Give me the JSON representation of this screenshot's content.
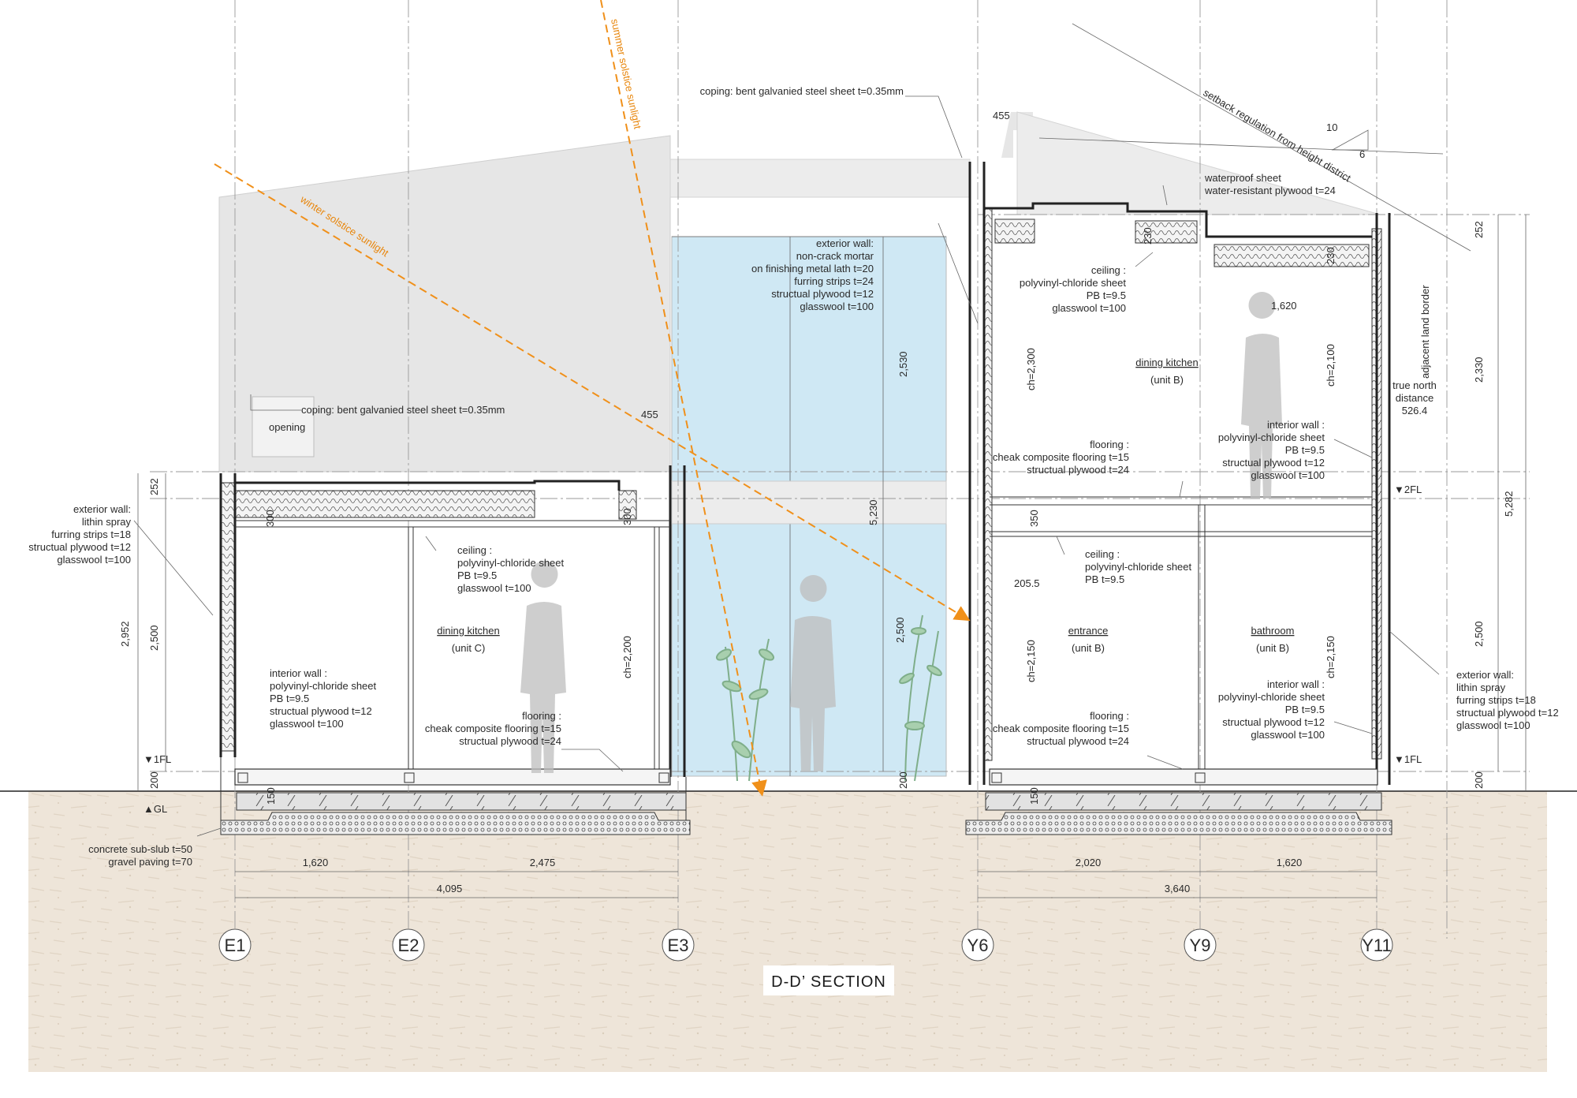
{
  "title": "D-D’ SECTION",
  "grid_labels": [
    "E1",
    "E2",
    "E3",
    "Y6",
    "Y9",
    "Y11"
  ],
  "sun": {
    "summer": "summer solstice sunlight",
    "winter": "winter solstice sunlight"
  },
  "setback": "setback regulation from height district",
  "slope": {
    "run": "10",
    "rise": "6"
  },
  "adjacent_border": "adjacent land border",
  "level_labels": {
    "fl1": "▼1FL",
    "fl2": "▼2FL",
    "gl": "▲GL"
  },
  "left_unit": {
    "coping": "coping: bent galvanied steel sheet t=0.35mm",
    "opening": "opening",
    "ext_wall": [
      "exterior wall:",
      "lithin spray",
      "furring strips t=18",
      "structual plywood t=12",
      "glasswool t=100"
    ],
    "ceiling": [
      "ceiling :",
      "polyvinyl-chloride sheet",
      "PB t=9.5",
      "glasswool t=100"
    ],
    "room": "dining kitchen",
    "unit": "(unit C)",
    "interior": [
      "interior wall :",
      "polyvinyl-chloride sheet",
      "PB t=9.5",
      "structual plywood t=12",
      "glasswool t=100"
    ],
    "flooring": [
      "flooring :",
      "cheak composite flooring t=15",
      "structual plywood t=24"
    ],
    "ch": "ch=2,200",
    "subslab": [
      "concrete sub-slub t=50",
      "gravel paving t=70"
    ]
  },
  "right_unit": {
    "coping": "coping: bent galvanied steel sheet t=0.35mm",
    "waterproof": [
      "waterproof sheet",
      "water-resistant plywood t=24"
    ],
    "ext_wall_court": [
      "exterior wall:",
      "non-crack mortar",
      "on finishing metal lath t=20",
      "furring strips t=24",
      "structual plywood t=12",
      "glasswool t=100"
    ],
    "ceiling_upper": [
      "ceiling :",
      "polyvinyl-chloride sheet",
      "PB t=9.5",
      "glasswool t=100"
    ],
    "room_upper": "dining kitchen",
    "unit_upper": "(unit B)",
    "ch_upper_left": "ch=2,300",
    "ch_upper_right": "ch=2,100",
    "true_north": [
      "true north",
      "distance",
      "526.4"
    ],
    "interior_upper": [
      "interior wall :",
      "polyvinyl-chloride sheet",
      "PB t=9.5",
      "structual plywood t=12",
      "glasswool t=100"
    ],
    "flooring_upper": [
      "flooring :",
      "cheak composite flooring t=15",
      "structual plywood t=24"
    ],
    "ceiling_lower": [
      "ceiling :",
      "polyvinyl-chloride sheet",
      "PB t=9.5"
    ],
    "room_entrance": "entrance",
    "unit_entrance": "(unit B)",
    "room_bath": "bathroom",
    "unit_bath": "(unit B)",
    "ch_lower_left": "ch=2,150",
    "ch_lower_right": "ch=2,150",
    "interior_lower": [
      "interior wall :",
      "polyvinyl-chloride sheet",
      "PB t=9.5",
      "structual plywood t=12",
      "glasswool t=100"
    ],
    "flooring_lower": [
      "flooring :",
      "cheak composite flooring t=15",
      "structual plywood t=24"
    ],
    "ext_wall": [
      "exterior wall:",
      "lithin spray",
      "furring strips t=18",
      "structual plywood t=12",
      "glasswool t=100"
    ]
  },
  "dims": {
    "d455a": "455",
    "d455b": "455",
    "d252l": "252",
    "d252r": "252",
    "d2952": "2,952",
    "d2500l": "2,500",
    "d2500c": "2,500",
    "d2500r": "2,500",
    "d200l": "200",
    "d200c": "200",
    "d200r": "200",
    "d150l": "150",
    "d150r": "150",
    "d300a": "300",
    "d300b": "300",
    "d230a": "230",
    "d230b": "230",
    "d350": "350",
    "d2055": "205.5",
    "d1620top": "1,620",
    "d2530": "2,530",
    "d5230": "5,230",
    "d2330": "2,330",
    "d5282": "5,282",
    "d1620a": "1,620",
    "d2475": "2,475",
    "d4095": "4,095",
    "d2020": "2,020",
    "d1620b": "1,620",
    "d3640": "3,640"
  }
}
